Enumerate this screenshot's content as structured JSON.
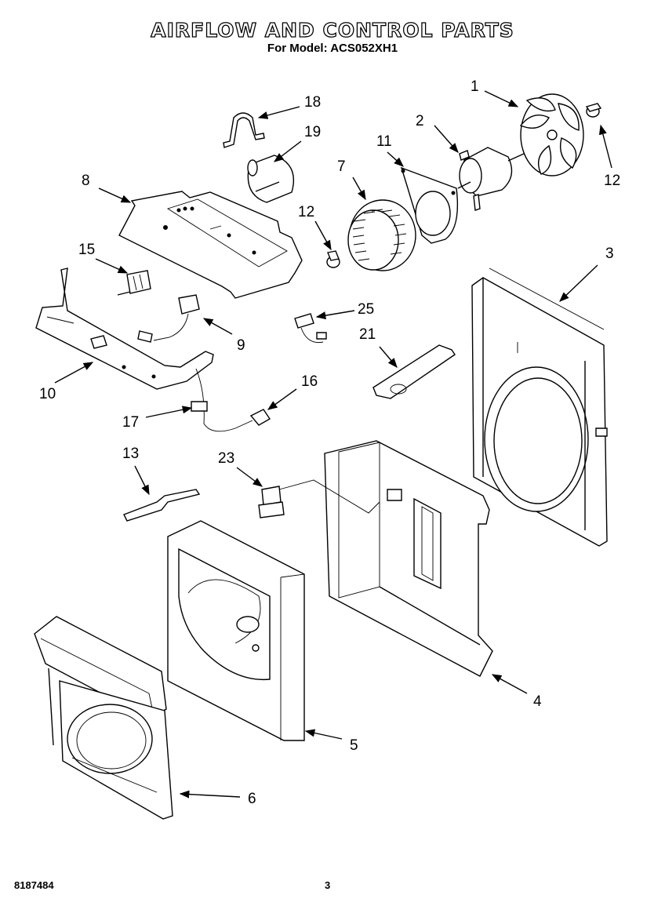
{
  "header": {
    "title": "AIRFLOW AND CONTROL PARTS",
    "subtitle": "For Model: ACS052XH1"
  },
  "footer": {
    "code": "8187484",
    "page": "3"
  },
  "callouts": {
    "c1": "1",
    "c2": "2",
    "c3": "3",
    "c4": "4",
    "c5": "5",
    "c6": "6",
    "c7": "7",
    "c8": "8",
    "c9": "9",
    "c10": "10",
    "c11": "11",
    "c12a": "12",
    "c12b": "12",
    "c13": "13",
    "c15": "15",
    "c16": "16",
    "c17": "17",
    "c18": "18",
    "c19": "19",
    "c21": "21",
    "c23": "23",
    "c25": "25"
  }
}
